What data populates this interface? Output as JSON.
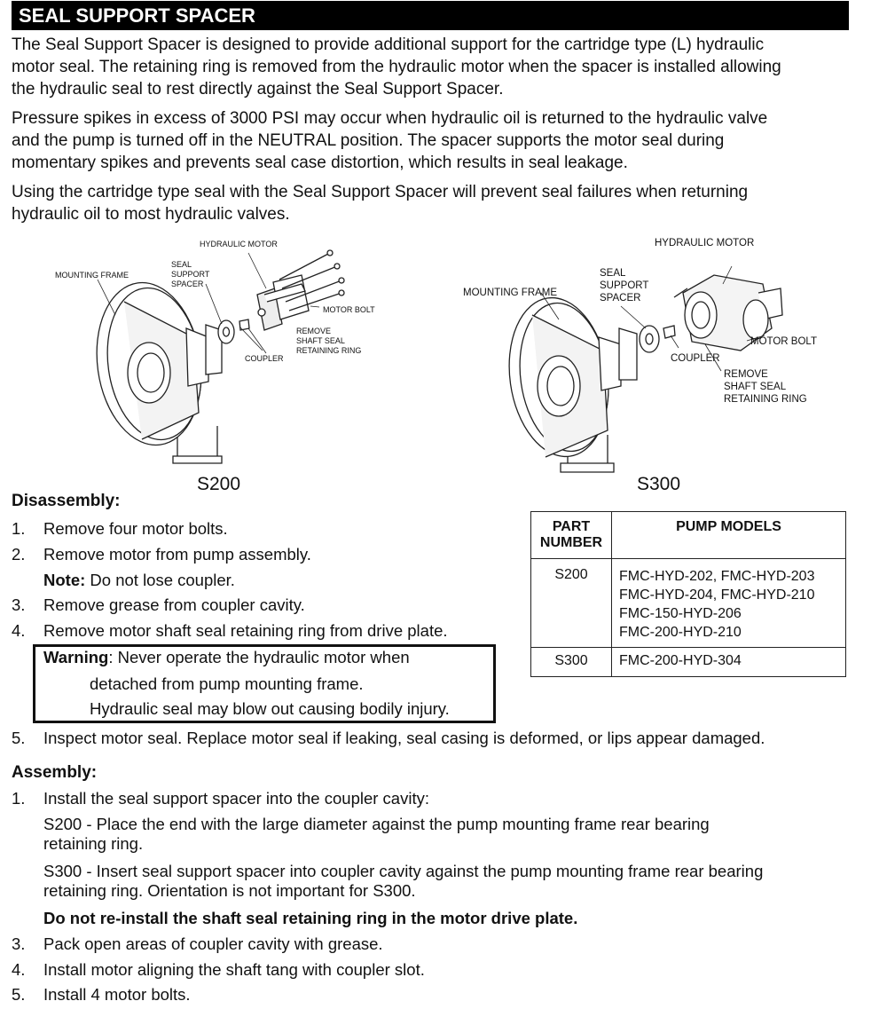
{
  "title": "SEAL SUPPORT SPACER",
  "intro": {
    "p1_line1": "The Seal Support Spacer is designed to provide additional support for the cartridge type (L) hydraulic",
    "p1_line2": "motor seal.  The retaining ring is removed from the hydraulic motor when the spacer is installed allowing",
    "p1_line3": "the hydraulic seal to rest directly against the Seal Support Spacer.",
    "p2_line1": "Pressure spikes in excess of 3000 PSI may occur when hydraulic oil is returned to the hydraulic valve",
    "p2_line2": "and the pump is turned off in the NEUTRAL position. The spacer supports the motor seal during",
    "p2_line3": "momentary spikes and prevents seal case distortion, which results in seal leakage.",
    "p3_line1": "Using the cartridge type seal with the Seal Support Spacer will prevent seal failures when returning",
    "p3_line2": "hydraulic oil to most hydraulic valves."
  },
  "figures": {
    "s200": {
      "caption": "S200",
      "hydraulic_motor": "HYDRAULIC MOTOR",
      "seal": "SEAL",
      "support": "SUPPORT",
      "spacer": "SPACER",
      "mounting_frame": "MOUNTING FRAME",
      "motor_bolt": "MOTOR BOLT",
      "remove": "REMOVE",
      "shaft_seal": "SHAFT SEAL",
      "retaining_ring": "RETAINING RING",
      "coupler": "COUPLER"
    },
    "s300": {
      "caption": "S300",
      "hydraulic_motor": "HYDRAULIC MOTOR",
      "seal": "SEAL",
      "support": "SUPPORT",
      "spacer": "SPACER",
      "mounting_frame": "MOUNTING FRAME",
      "motor_bolt": "MOTOR BOLT",
      "coupler": "COUPLER",
      "remove": "REMOVE",
      "shaft_seal": "SHAFT SEAL",
      "retaining_ring": "RETAINING RING"
    }
  },
  "disassembly": {
    "heading": "Disassembly:",
    "items": [
      {
        "num": "1.",
        "text": "Remove four motor bolts."
      },
      {
        "num": "2.",
        "text": "Remove motor from pump assembly."
      },
      {
        "num": "3.",
        "text": "Remove grease from coupler cavity."
      },
      {
        "num": "4.",
        "text": "Remove motor shaft seal retaining ring from drive plate."
      },
      {
        "num": "5.",
        "text": "Inspect motor seal.  Replace motor seal if leaking, seal casing is deformed, or lips appear damaged."
      }
    ],
    "note_label": "Note:",
    "note_text": "Do not lose coupler.",
    "warning_label": "Warning",
    "warning_line1": ":  Never operate the hydraulic motor when",
    "warning_line2": "detached from pump mounting frame.",
    "warning_line3": "Hydraulic seal may blow out causing bodily injury."
  },
  "parts_table": {
    "header_part_line1": "PART",
    "header_part_line2": "NUMBER",
    "header_models": "PUMP MODELS",
    "rows": [
      {
        "part": "S200",
        "models": [
          "FMC-HYD-202, FMC-HYD-203",
          "FMC-HYD-204, FMC-HYD-210",
          "FMC-150-HYD-206",
          "FMC-200-HYD-210"
        ]
      },
      {
        "part": "S300",
        "models": [
          "FMC-200-HYD-304"
        ]
      }
    ]
  },
  "assembly": {
    "heading": "Assembly:",
    "item1": {
      "num": "1.",
      "text": "Install the seal support spacer into the coupler cavity:"
    },
    "s200_line1": "S200 - Place the end with the large diameter against the pump mounting frame rear bearing",
    "s200_line2": "retaining ring.",
    "s300_line1": "S300 - Insert seal support spacer into coupler cavity against the pump mounting frame rear bearing",
    "s300_line2": "retaining ring.  Orientation is not important for S300.",
    "bold_note": "Do not re-install the shaft seal retaining ring in the motor drive plate.",
    "item3": {
      "num": "3.",
      "text": "Pack open areas of coupler cavity with grease."
    },
    "item4": {
      "num": "4.",
      "text": "Install motor aligning the shaft tang with coupler slot."
    },
    "item5": {
      "num": "5.",
      "text": "Install 4 motor bolts."
    }
  }
}
